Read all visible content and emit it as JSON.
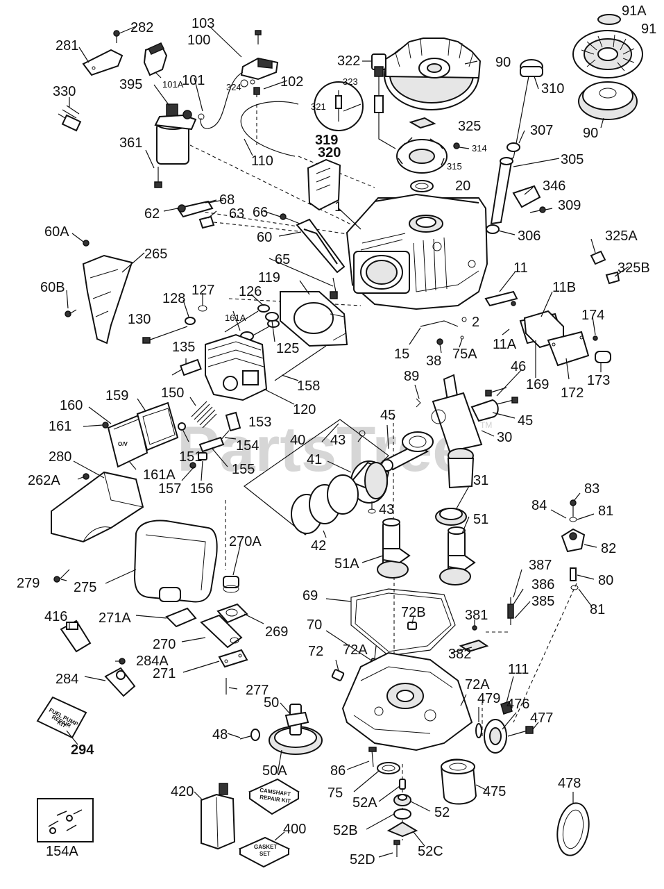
{
  "watermark": {
    "text": "PartsTree",
    "tm": "TM"
  },
  "labels": [
    "103",
    "100",
    "282",
    "281",
    "101A",
    "324",
    "101",
    "102",
    "395",
    "330",
    "361",
    "110",
    "322",
    "323",
    "321",
    "319",
    "320",
    "90",
    "325",
    "314",
    "315",
    "20",
    "310",
    "307",
    "305",
    "346",
    "309",
    "306",
    "91A",
    "91",
    "90",
    "325A",
    "325B",
    "62",
    "68",
    "63",
    "66",
    "60",
    "1",
    "60A",
    "265",
    "60B",
    "65",
    "119",
    "11",
    "11B",
    "174",
    "128",
    "127",
    "126",
    "161A",
    "130",
    "125",
    "2",
    "15",
    "38",
    "75A",
    "11A",
    "169",
    "172",
    "173",
    "135",
    "158",
    "120",
    "89",
    "46",
    "45",
    "160",
    "159",
    "150",
    "153",
    "161",
    "154",
    "45",
    "30",
    "40",
    "43",
    "41",
    "151",
    "155",
    "280",
    "161A",
    "157",
    "156",
    "262A",
    "43",
    "31",
    "51",
    "83",
    "84",
    "81",
    "82",
    "80",
    "81",
    "42",
    "51A",
    "270A",
    "387",
    "386",
    "385",
    "69",
    "72B",
    "381",
    "279",
    "275",
    "271A",
    "269",
    "70",
    "72A",
    "382",
    "416",
    "270",
    "72",
    "284A",
    "271",
    "72A",
    "111",
    "479",
    "476",
    "477",
    "284",
    "277",
    "50",
    "48",
    "294",
    "86",
    "475",
    "75",
    "52A",
    "52",
    "478",
    "420",
    "50A",
    "52B",
    "400",
    "52C",
    "154A",
    "52D"
  ],
  "kits": {
    "fuel_pump": [
      "FUEL PUMP",
      "REPAIR",
      "KIT"
    ],
    "camshaft": [
      "CAMSHAFT",
      "REPAIR KIT"
    ],
    "gasket": [
      "GASKET",
      "SET"
    ],
    "valve": "O/V"
  }
}
